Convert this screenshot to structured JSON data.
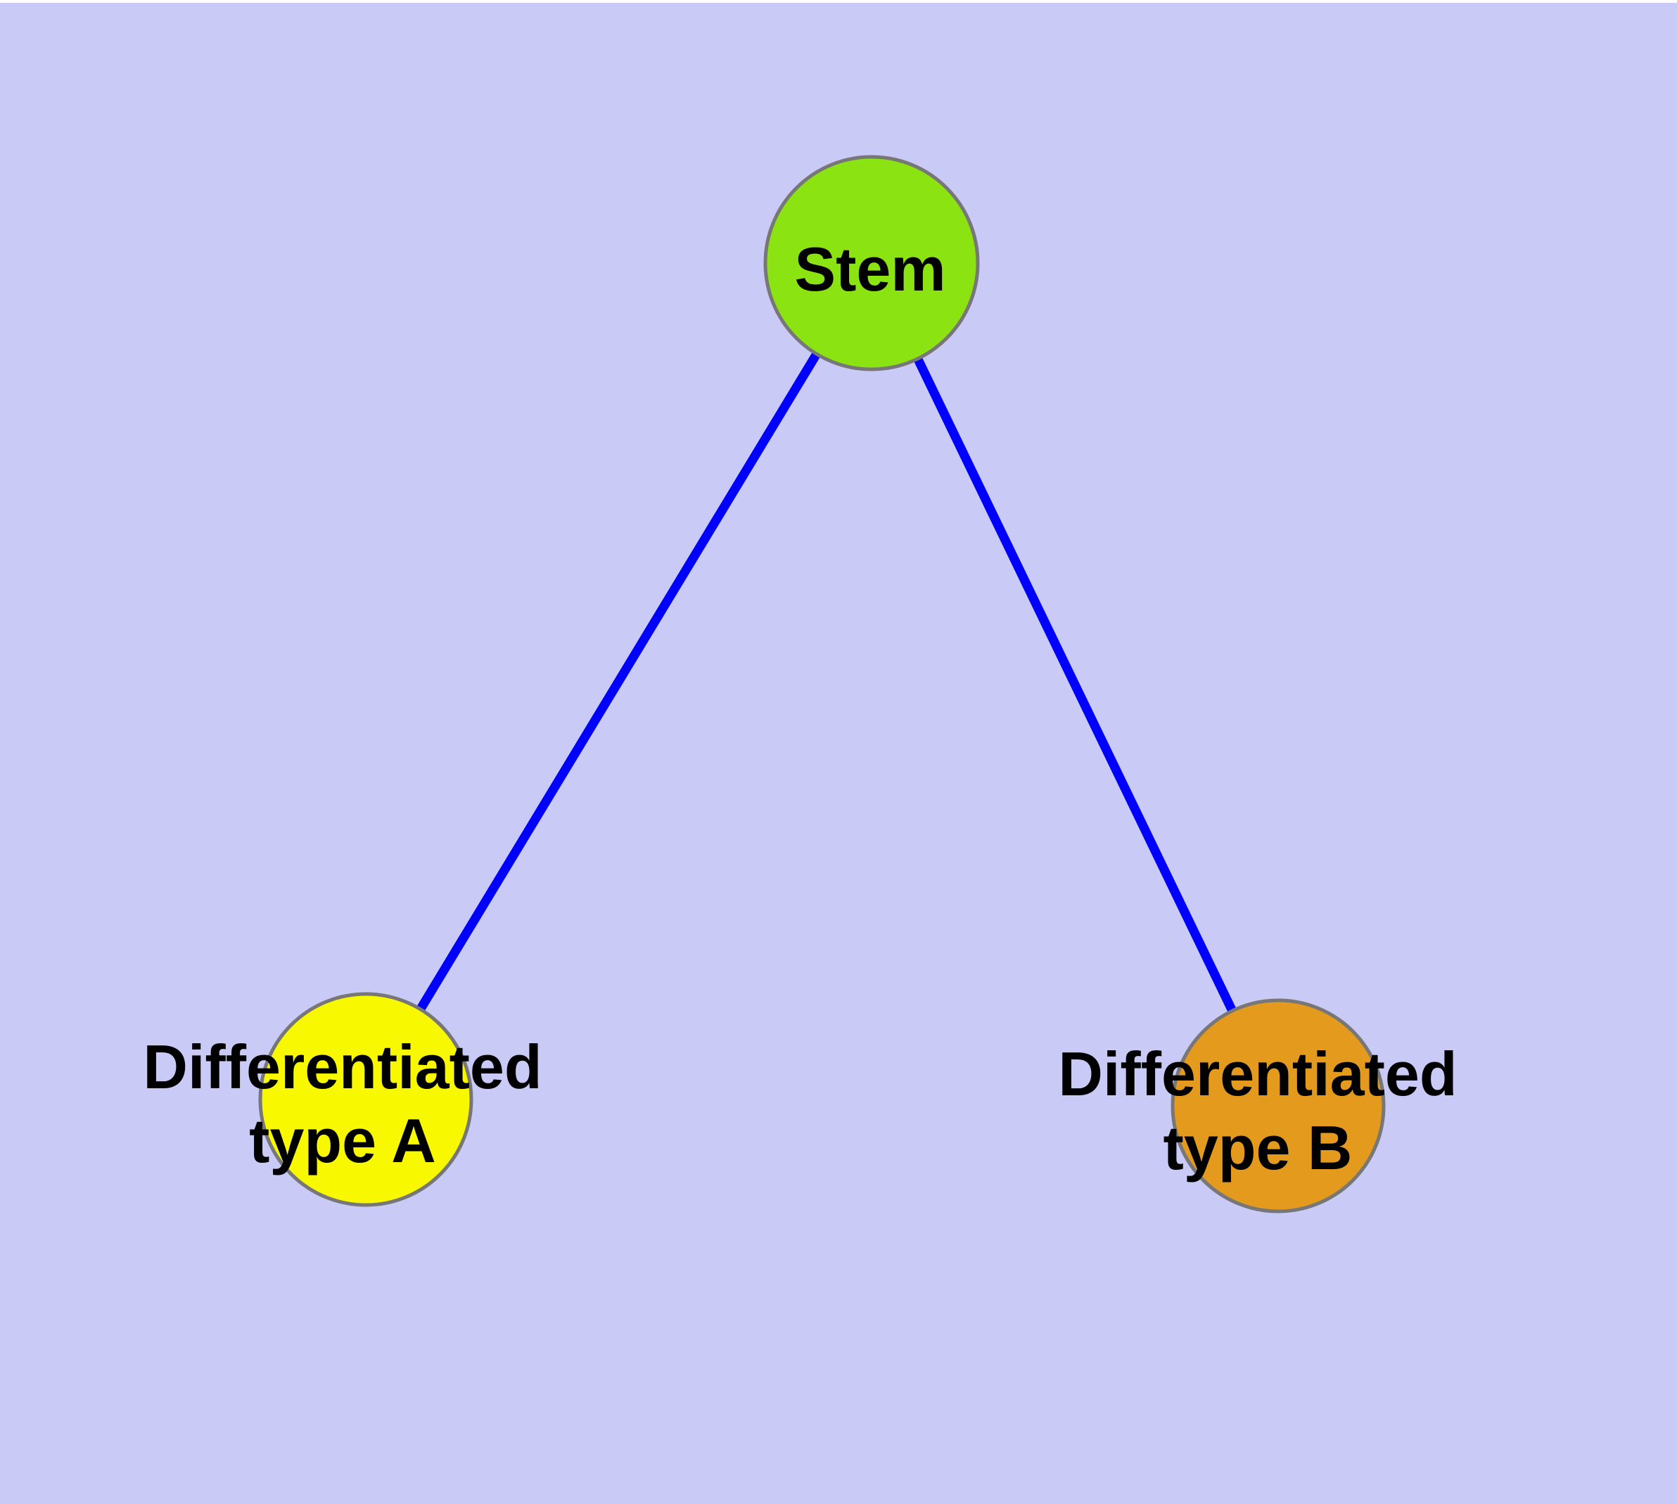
{
  "canvas": {
    "background_color": "#cacaf7",
    "top_strip_color": "#ffffff"
  },
  "styles": {
    "edge_color": "#0000ff",
    "node_border_color": "#777777",
    "label_color": "#000000"
  },
  "nodes": {
    "stem": {
      "label": "Stem",
      "fill": "#8ce312"
    },
    "type_a": {
      "label_line1": "Differentiated",
      "label_line2": "type A",
      "fill": "#f8f800"
    },
    "type_b": {
      "label_line1": "Differentiated",
      "label_line2": "type B",
      "fill": "#e49b1d"
    }
  },
  "edges": [
    {
      "from": "Stem",
      "to": "Differentiated type A"
    },
    {
      "from": "Stem",
      "to": "Differentiated type B"
    }
  ]
}
